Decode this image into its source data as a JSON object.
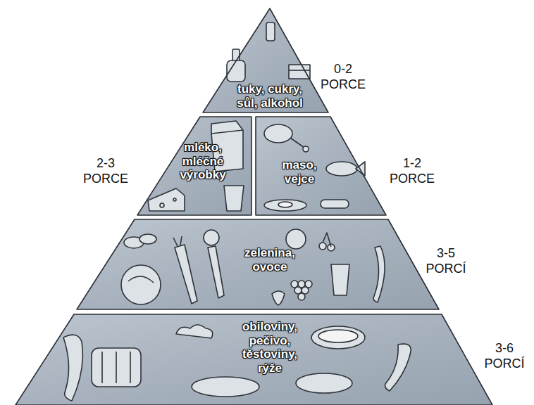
{
  "diagram": {
    "nodes": [
      {
        "text": [
          "tuky, cukry, sůl, alkohol"
        ]
      },
      {
        "text": [
          "mléko, mléčné výrobky"
        ]
      },
      {
        "text": [
          "maso, vejce"
        ]
      },
      {
        "text": [
          "zelenina, ovoce"
        ]
      },
      {
        "text": [
          "obiloviny, pečivo, těstoviny, rýže"
        ]
      }
    ],
    "labels": [
      "0-2 PORCE",
      "2-3 PORCE",
      "1-2 PORCE",
      "3-5 PORCÍ",
      "3-6 PORCÍ"
    ]
  }
}
